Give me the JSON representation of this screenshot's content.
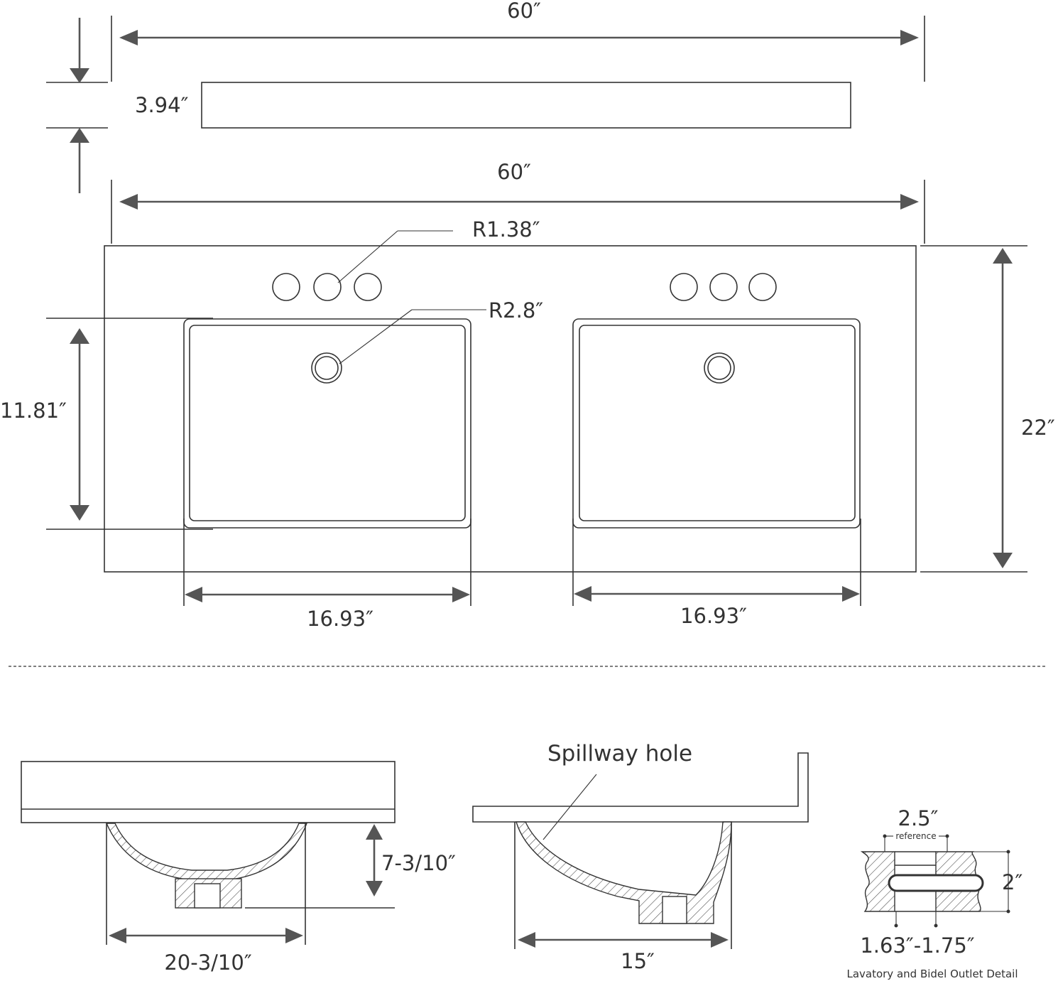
{
  "top_view": {
    "top_width": "60″",
    "backsplash_height": "3.94″",
    "counter_width": "60″",
    "faucet_hole_radius": "R1.38″",
    "drain_radius": "R2.8″",
    "basin_depth": "11.81″",
    "counter_depth": "22″",
    "left_basin_width": "16.93″",
    "right_basin_width": "16.93″"
  },
  "side_view": {
    "bowl_height": "7-3/10″",
    "bowl_width": "20-3/10″"
  },
  "section_view": {
    "spillway_label": "Spillway hole",
    "bowl_depth": "15″"
  },
  "outlet_detail": {
    "width": "2.5″",
    "reference": "reference",
    "height": "2″",
    "range": "1.63″-1.75″",
    "caption": "Lavatory and Bidel Outlet Detail"
  }
}
